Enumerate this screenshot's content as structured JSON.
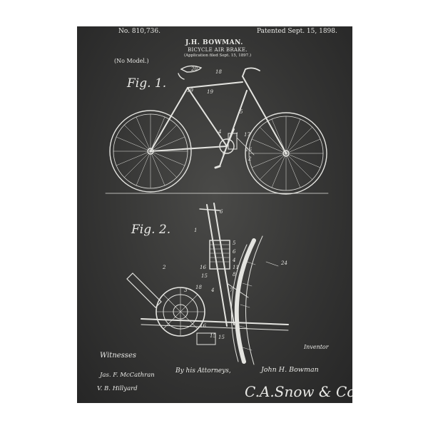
{
  "header": {
    "patent_number": "No. 810,736.",
    "inventor": "J.H. BOWMAN.",
    "title": "BICYCLE AIR BRAKE.",
    "application": "(Application filed Sept. 15, 1897.)",
    "patented": "Patented Sept. 15, 1898.",
    "model": "(No Model.)"
  },
  "figures": {
    "fig1_label": "Fig. 1.",
    "fig2_label": "Fig. 2."
  },
  "footer": {
    "witnesses_label": "Witnesses",
    "by_attorneys": "By his Attorneys,",
    "inventor_label": "Inventor",
    "witness_signatures": [
      "Jas. F. McCathran",
      "V. B. Hillyard"
    ],
    "inventor_signature": "John H. Bowman",
    "attorney_signature": "C.A.Snow & Co."
  },
  "colors": {
    "chalkboard": "#353534",
    "chalk": "#e4e4e0",
    "page_background": "#ffffff"
  }
}
